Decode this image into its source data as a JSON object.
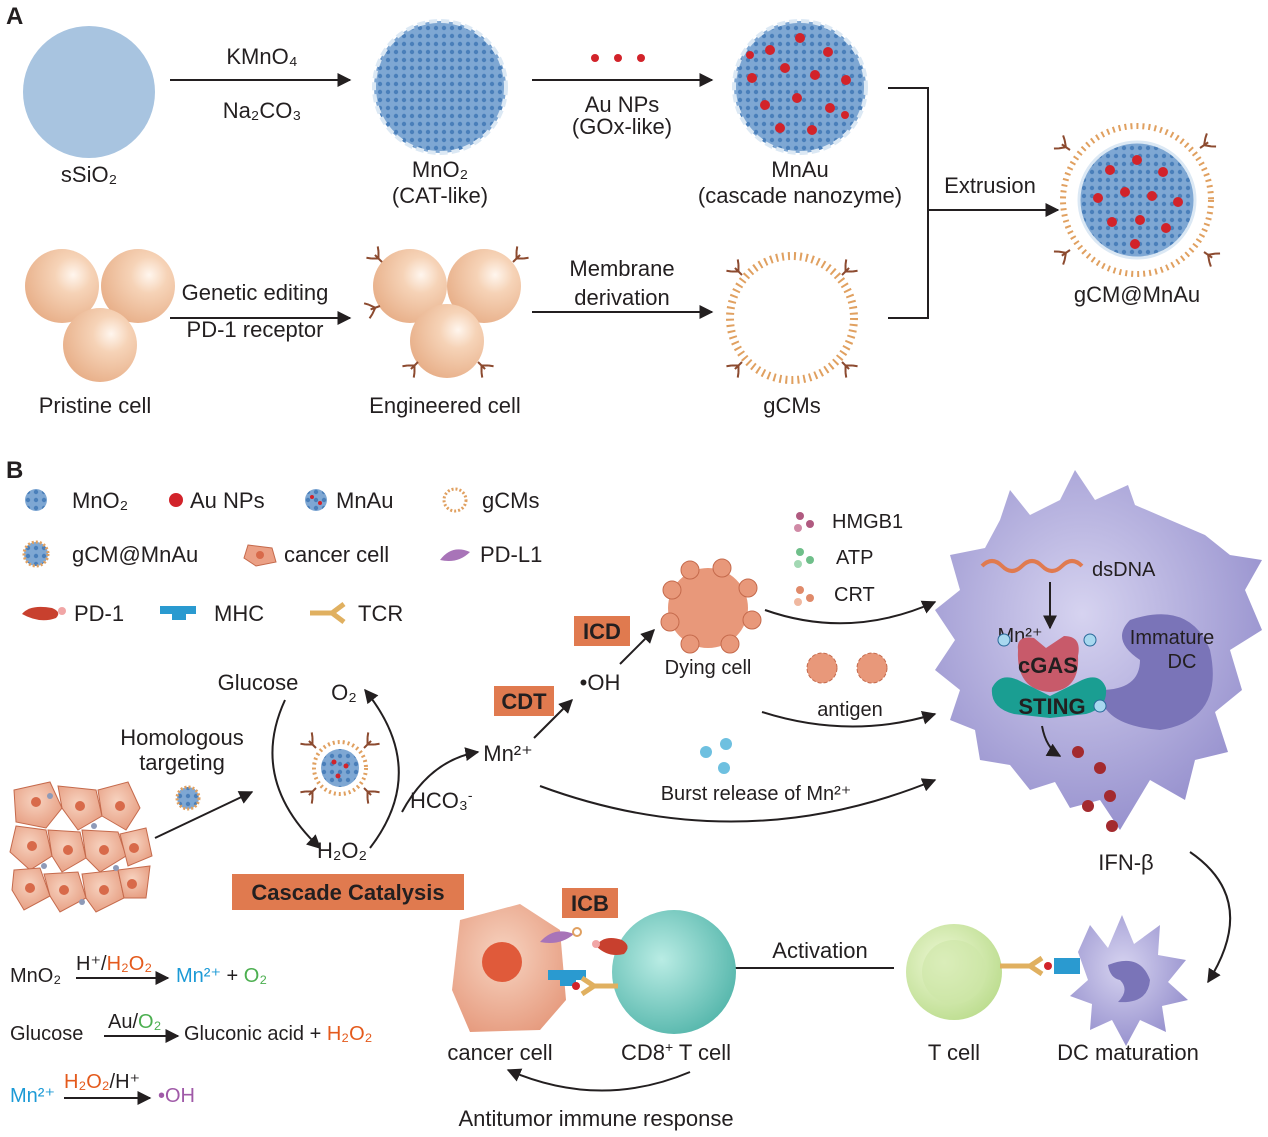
{
  "panels": {
    "a": "A",
    "b": "B"
  },
  "panel_a": {
    "ssio2": "sSiO₂",
    "step1_top": "KMnO₄",
    "step1_bottom": "Na₂CO₃",
    "mno2": "MnO₂",
    "mno2_sub": "(CAT-like)",
    "step2_top": "Au NPs",
    "step2_bottom": "(GOx-like)",
    "mnau": "MnAu",
    "mnau_sub": "(cascade nanozyme)",
    "extrusion": "Extrusion",
    "product": "gCM@MnAu",
    "pristine": "Pristine cell",
    "step3_top": "Genetic editing",
    "step3_bottom": "PD-1 receptor",
    "engineered": "Engineered cell",
    "step4_top": "Membrane",
    "step4_bottom": "derivation",
    "gcms": "gCMs"
  },
  "legend": {
    "mno2": "MnO₂",
    "au": "Au NPs",
    "mnau": "MnAu",
    "gcms": "gCMs",
    "gcm_mnau": "gCM@MnAu",
    "cancer": "cancer cell",
    "pdl1": "PD-L1",
    "pd1": "PD-1",
    "mhc": "MHC",
    "tcr": "TCR"
  },
  "panel_b": {
    "homologous_1": "Homologous",
    "homologous_2": "targeting",
    "glucose": "Glucose",
    "o2": "O₂",
    "h2o2": "H₂O₂",
    "hco3": "HCO₃",
    "hco3_sup": "-",
    "cascade": "Cascade Catalysis",
    "mn2": "Mn²⁺",
    "cdt": "CDT",
    "oh": "•OH",
    "icd": "ICD",
    "dying": "Dying cell",
    "hmgb1": "HMGB1",
    "atp": "ATP",
    "crt": "CRT",
    "antigen": "antigen",
    "burst": "Burst release of Mn²⁺",
    "dsdna": "dsDNA",
    "mn_dc": "Mn²⁺",
    "immature_1": "Immature",
    "immature_2": "DC",
    "cgas": "cGAS",
    "sting": "STING",
    "ifn": "IFN-β",
    "dc_maturation": "DC maturation",
    "tcell": "T cell",
    "activation": "Activation",
    "icb": "ICB",
    "cancer_cell": "cancer cell",
    "cd8_a": "CD8",
    "cd8_sup": "+",
    "cd8_b": " T cell",
    "antitumor": "Antitumor immune response"
  },
  "equations": {
    "eq1_left": "MnO₂",
    "eq1_cond_a": "H⁺/",
    "eq1_cond_b": "H₂O₂",
    "eq1_p1": "Mn²⁺",
    "eq1_plus": " + ",
    "eq1_p2": "O₂",
    "eq2_left": "Glucose",
    "eq2_cond_a": "Au/",
    "eq2_cond_b": "O₂",
    "eq2_p1": "Gluconic acid",
    "eq2_plus": " + ",
    "eq2_p2": "H₂O₂",
    "eq3_left": "Mn²⁺",
    "eq3_cond_a": "H₂O₂",
    "eq3_cond_b": "/H⁺",
    "eq3_p1": "•OH"
  },
  "colors": {
    "silica": "#a8c4e0",
    "mno2_blue": "#5b8ec4",
    "au_red": "#d2232a",
    "cell": "#f2c7a5",
    "membrane": "#e0a060",
    "cancer": "#eba085",
    "dc": "#a8a4d8",
    "tcell": "#7fcfc6",
    "box": "#e07a4f",
    "h2o2_orange": "#e45a1c",
    "mn_blue": "#1c9ad6",
    "o2_green": "#4caf50",
    "oh_purple": "#a05aa8"
  }
}
